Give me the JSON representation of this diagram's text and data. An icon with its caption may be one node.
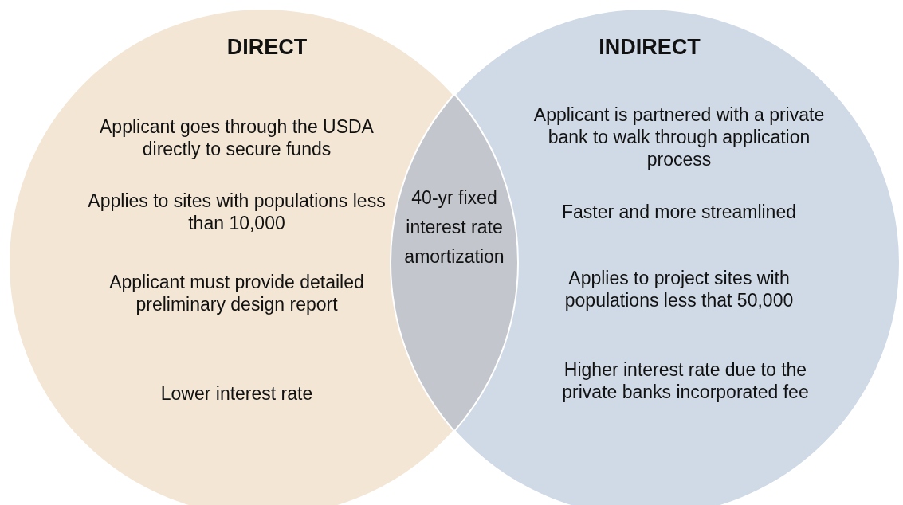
{
  "diagram": {
    "nodes": [
      {
        "text": [
          "DIRECT",
          "Applicant goes through the USDA directly to secure funds",
          "Applies to sites with populations less than 10,000",
          "Applicant must provide detailed preliminary design report",
          "Lower interest rate"
        ]
      },
      {
        "text": [
          "INDIRECT",
          "Applicant is partnered with a private bank to walk through application process",
          "Faster and more streamlined",
          "Applies to project sites with populations less that 50,000",
          "Higher interest rate due to the private banks incorporated fee"
        ]
      },
      {
        "text": [
          "40-yr fixed interest rate amortization"
        ]
      }
    ],
    "edges": []
  }
}
